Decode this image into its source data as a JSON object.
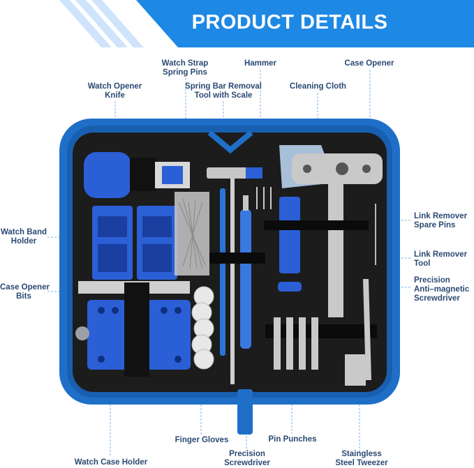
{
  "header": {
    "title": "PRODUCT DETAILS",
    "accent_color": "#1e88e5",
    "stripe_color": "#cfe4fb"
  },
  "callouts": {
    "watch_opener_knife": [
      "Watch Opener",
      "Knife"
    ],
    "watch_strap_spring_pins": [
      "Watch Strap",
      "Spring Pins"
    ],
    "spring_bar_removal_tool": [
      "Spring Bar Removal",
      "Tool with Scale"
    ],
    "hammer": [
      "Hammer"
    ],
    "cleaning_cloth": [
      "Cleaning Cloth"
    ],
    "case_opener": [
      "Case Opener"
    ],
    "watch_band_holder": [
      "Watch Band",
      "Holder"
    ],
    "case_opener_bits": [
      "Case Opener",
      "Bits"
    ],
    "link_remover_spare_pins": [
      "Link Remover",
      "Spare Pins"
    ],
    "link_remover_tool": [
      "Link Remover",
      "Tool"
    ],
    "precision_antimagnetic_screwdriver": [
      "Precision",
      "Anti–magnetic",
      "Screwdriver"
    ],
    "finger_gloves": [
      "Finger Gloves"
    ],
    "pin_punches": [
      "Pin Punches"
    ],
    "watch_case_holder": [
      "Watch Case Holder"
    ],
    "precision_screwdriver": [
      "Precision",
      "Screwdriver"
    ],
    "stainless_steel_tweezer": [
      "Staingless",
      "Steel Tweezer"
    ]
  },
  "colors": {
    "case_blue": "#1f6fc8",
    "tool_blue": "#2b5fd6",
    "leader_line": "#7fb3e6",
    "label_text": "#2a4a73"
  }
}
